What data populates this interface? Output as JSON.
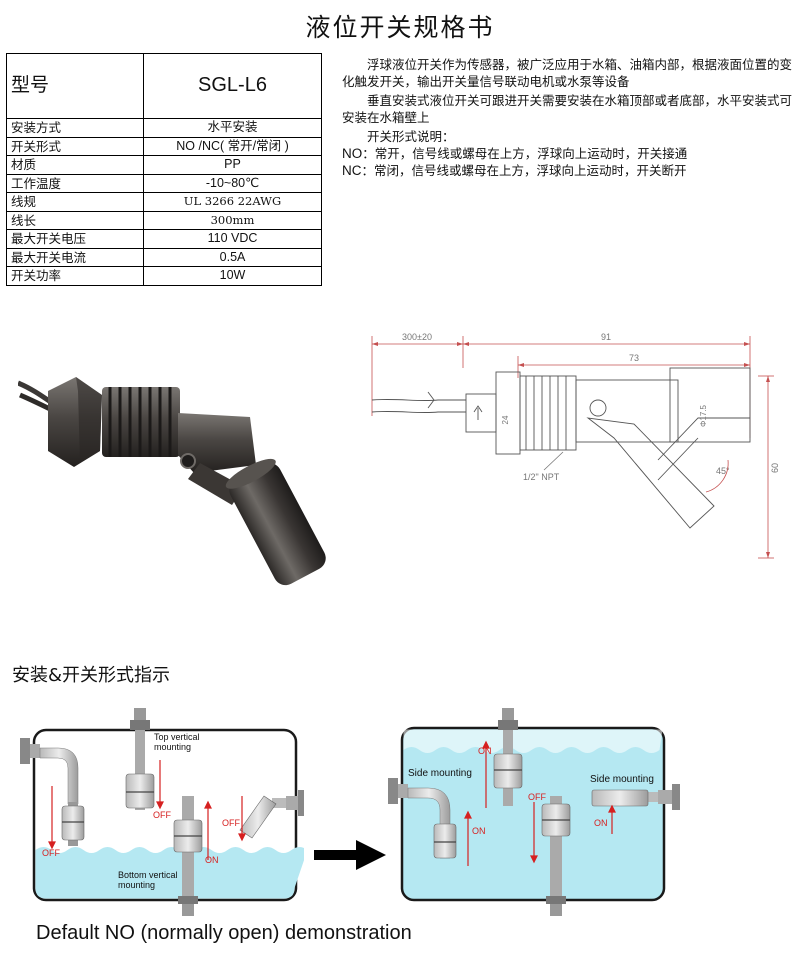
{
  "title": "液位开关规格书",
  "spec_table": {
    "model_label": "型号",
    "model_value": "SGL-L6",
    "rows": [
      {
        "label": "安装方式",
        "value": "水平安装"
      },
      {
        "label": "开关形式",
        "value": "NO /NC( 常开/常闭 )"
      },
      {
        "label": "材质",
        "value": "PP"
      },
      {
        "label": "工作温度",
        "value": "-10~80℃"
      },
      {
        "label": "线规",
        "value": "UL 3266 22AWG"
      },
      {
        "label": "线长",
        "value": "300mm"
      },
      {
        "label": "最大开关电压",
        "value": "110 VDC"
      },
      {
        "label": "最大开关电流",
        "value": "0.5A"
      },
      {
        "label": "开关功率",
        "value": "10W"
      }
    ]
  },
  "description": {
    "p1": "浮球液位开关作为传感器，被广泛应用于水箱、油箱内部，根据液面位置的变化触发开关，输出开关量信号联动电机或水泵等设备",
    "p2": "垂直安装式液位开关可跟进开关需要安装在水箱顶部或者底部，水平安装式可安装在水箱壁上",
    "p3": "开关形式说明：",
    "no_mode": {
      "code": "NO",
      "text": "：常开，信号线或螺母在上方，浮球向上运动时，开关接通"
    },
    "nc_mode": {
      "code": "NC",
      "text": "：常闭，信号线或螺母在上方，浮球向上运动时，开关断开"
    }
  },
  "drawing": {
    "dim_cable": "300±20",
    "dim_total": "91",
    "dim_body": "73",
    "dim_thread": "24",
    "dim_float_dia": "Φ17.5",
    "dim_height": "60",
    "dim_angle": "45°",
    "thread_label": "1/2\" NPT"
  },
  "install": {
    "heading": "安装&开关形式指示",
    "labels": {
      "top_vertical": [
        "Top vertical",
        "mounting"
      ],
      "bottom_vertical": [
        "Bottom vertical",
        "mounting"
      ],
      "side_mounting": "Side mounting",
      "on": "ON",
      "off": "OFF"
    },
    "caption": "Default NO (normally open) demonstration"
  },
  "colors": {
    "water": "#b5e8f2",
    "tank_border": "#1a1a1a",
    "arrow_red": "#d62020",
    "float_gray": "#8a8a8a",
    "drawing_line": "#555555",
    "dim_line": "#c55050"
  }
}
